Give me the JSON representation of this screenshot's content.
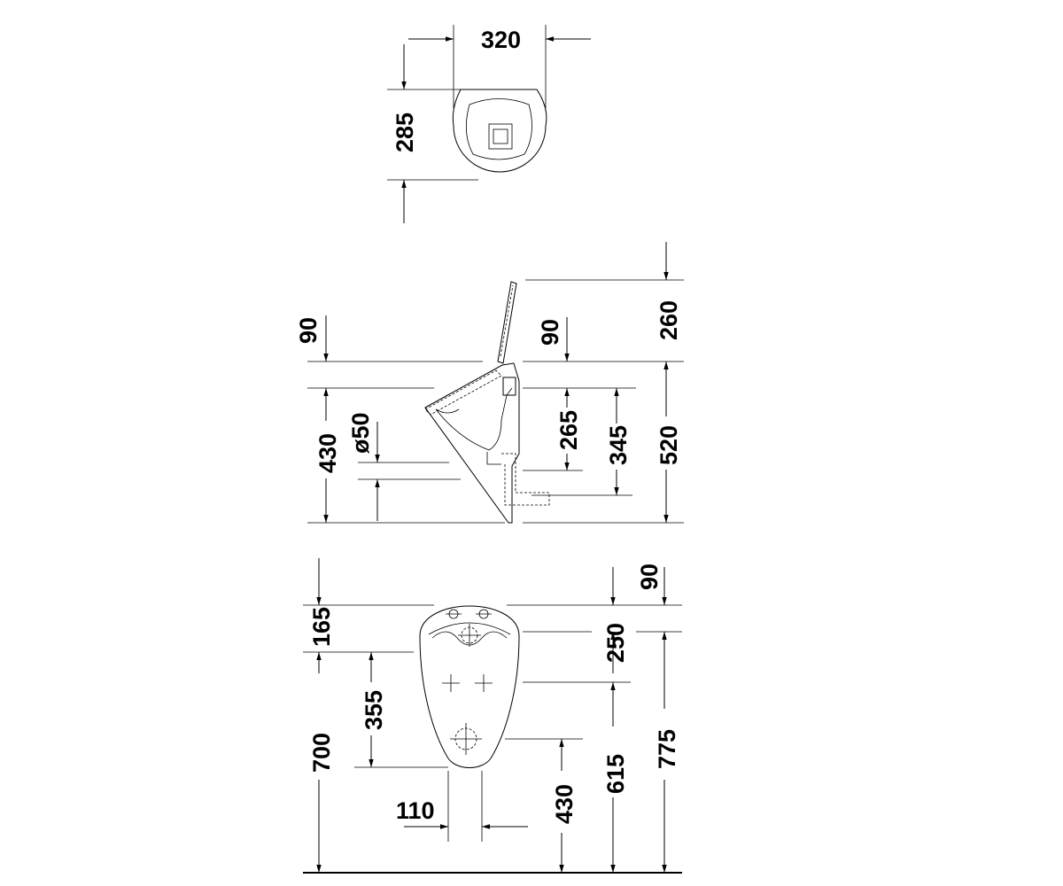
{
  "views": {
    "top": {
      "width": "320",
      "depth": "285"
    },
    "side": {
      "lid_clearance": "260",
      "rim_left": "90",
      "rim_right": "90",
      "bowl_height": "430",
      "outlet_diameter": "ø50",
      "inlet_height": "265",
      "outlet_height": "345",
      "total_height": "520"
    },
    "front": {
      "top_offset": "165",
      "mount_height": "700",
      "hole_spacing": "355",
      "drain_width": "110",
      "rim_offset": "90",
      "upper_span": "250",
      "inlet_level": "615",
      "outlet_level": "430",
      "overall_height": "775"
    }
  }
}
